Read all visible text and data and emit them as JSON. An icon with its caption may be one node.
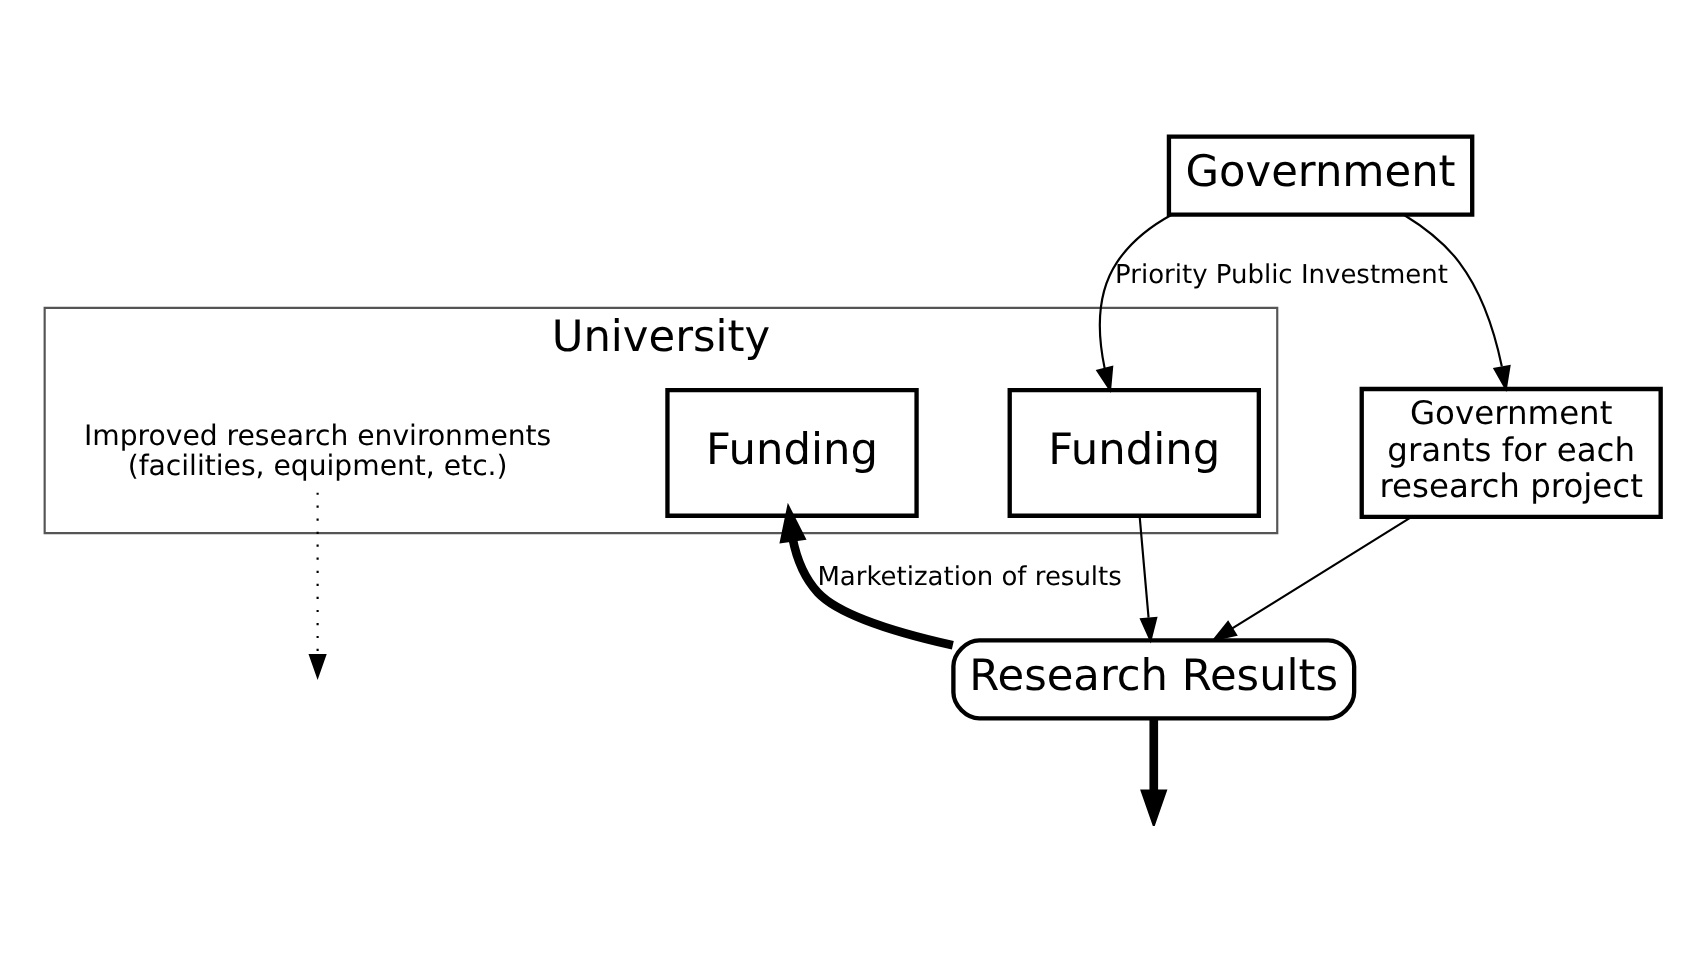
{
  "diagram": {
    "nodes": [
      {
        "text": [
          "Government"
        ]
      },
      {
        "text": [
          "University"
        ]
      },
      {
        "text": [
          "Funding"
        ],
        "in": 1
      },
      {
        "text": [
          "Funding"
        ],
        "in": 1
      },
      {
        "text": [
          "Improved research environments (facilities, equipment, etc.)"
        ],
        "in": 1
      },
      {
        "text": [
          "Research Results"
        ]
      },
      {
        "text": [
          "Government grants for each research project"
        ]
      }
    ],
    "edges": [
      {
        "from": 0,
        "to": 3,
        "arrow": "to",
        "label": "Priority Public Investment"
      },
      {
        "from": 0,
        "to": 6,
        "arrow": "to"
      },
      {
        "from": 6,
        "to": 5,
        "arrow": "to"
      },
      {
        "from": 5,
        "to": null,
        "arrow": "to",
        "style": "thick"
      },
      {
        "from": 5,
        "to": 2,
        "arrow": "to",
        "style": "thick",
        "label": "Marketization of results"
      },
      {
        "from": 3,
        "to": 5,
        "arrow": "to"
      },
      {
        "from": 4,
        "to": null,
        "arrow": "to",
        "style": "dashed"
      }
    ]
  }
}
